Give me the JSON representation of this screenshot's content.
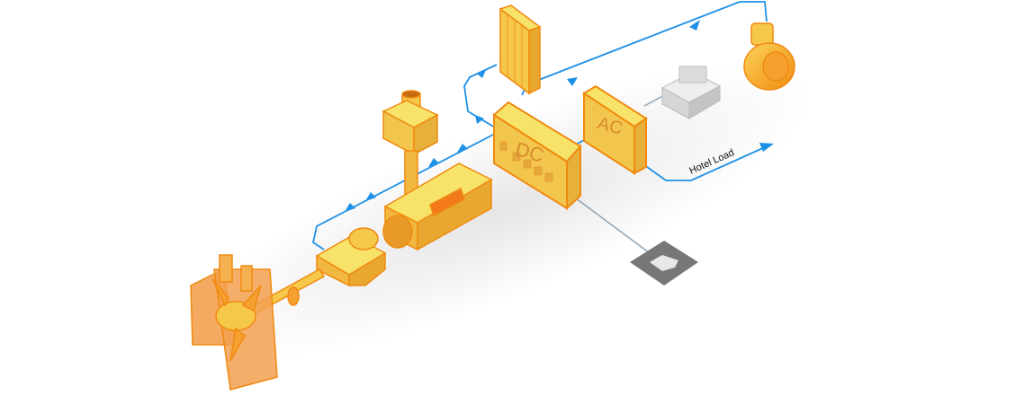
{
  "diagram": {
    "dc_label": "DC",
    "ac_label": "AC",
    "hotel_load_label": "Hotel Load",
    "colors": {
      "component_fill": "#f5c84a",
      "component_top": "#f8e36a",
      "component_outline": "#f08a10",
      "power_line": "#1e90e6",
      "mech_line": "#8fa3b3",
      "genset_gray": "#d8d8d8",
      "shore_icon": "#777777"
    }
  }
}
